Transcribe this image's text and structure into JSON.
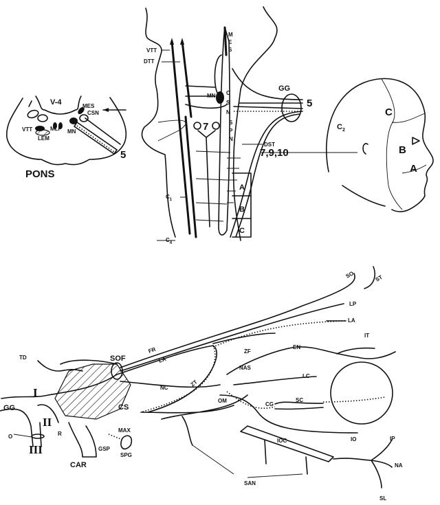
{
  "pons": {
    "title": "PONS",
    "v4": "V-4",
    "mes": "MES",
    "csn": "CSN",
    "vtt": "VTT",
    "mlf": "MLF",
    "lem": "LEM",
    "mn": "MN",
    "nerve": "5"
  },
  "brainstem": {
    "mes": [
      "M",
      "E",
      "S"
    ],
    "vtt": "VTT",
    "dtt": "DTT",
    "mn": "MN",
    "csn": [
      "C",
      "S",
      "N"
    ],
    "gg": "GG",
    "nerve5": "5",
    "nerve7": "7",
    "spn": [
      "S",
      "P",
      "N"
    ],
    "dst": "DST",
    "nerves": "7,9,10",
    "zones": [
      "A",
      "B",
      "C"
    ],
    "c1": "C",
    "c1_sub": "1",
    "c4": "C",
    "c4_sub": "4"
  },
  "face": {
    "c": "C",
    "c2": "C",
    "c2_sub": "2",
    "b": "B",
    "a": "A"
  },
  "orbit": {
    "so": "SO",
    "st": "ST",
    "lp": "LP",
    "la_upper": "LA",
    "it": "IT",
    "en": "EN",
    "zf": "ZF",
    "fr": "FR",
    "la": "LA",
    "td": "TD",
    "sof": "SOF",
    "nc": "NC",
    "zt": "ZT",
    "nas": "NAS",
    "lc": "LC",
    "om": "OM",
    "cg": "CG",
    "sc": "SC",
    "n1": "I",
    "gg": "GG",
    "n2": "II",
    "n3": "III",
    "o": "O",
    "r": "R",
    "cs": "CS",
    "car": "CAR",
    "max": "MAX",
    "gsp": "GSP",
    "spg": "SPG",
    "ioc": "IOC",
    "io": "IO",
    "ip": "IP",
    "na": "NA",
    "san": "SAN",
    "sl": "SL"
  }
}
